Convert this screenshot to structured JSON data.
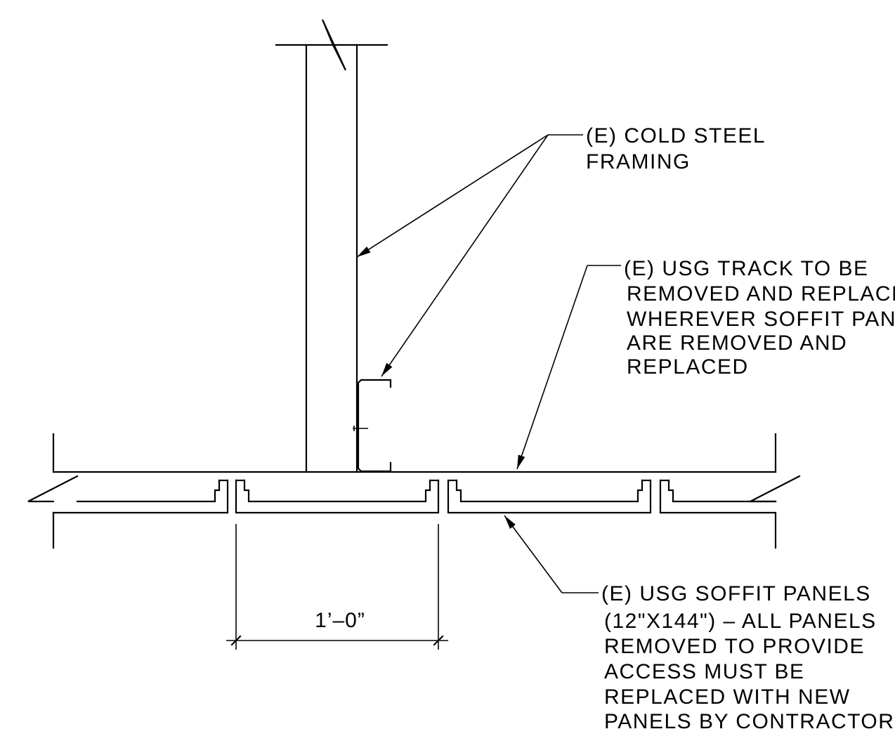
{
  "notes": {
    "framing": [
      "(E) COLD STEEL",
      "FRAMING"
    ],
    "track": [
      "(E) USG TRACK TO BE",
      "REMOVED AND REPLACED",
      "WHEREVER SOFFIT PANELS",
      "ARE REMOVED AND",
      "REPLACED"
    ],
    "panels": [
      "(E) USG SOFFIT PANELS",
      "(12\"X144\") – ALL PANELS",
      "REMOVED TO PROVIDE",
      "ACCESS MUST BE",
      "REPLACED WITH NEW",
      "PANELS BY CONTRACTOR"
    ]
  },
  "dimension": {
    "label": "1’–0”"
  }
}
